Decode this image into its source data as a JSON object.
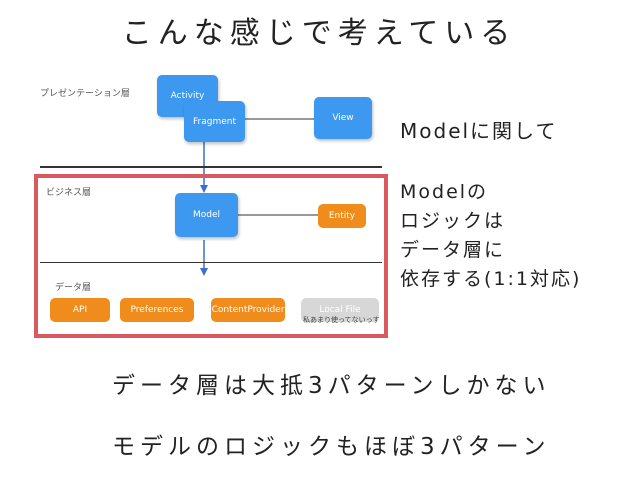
{
  "title": "こんな感じで考えている",
  "layers": {
    "presentation": "プレゼンテーション層",
    "business": "ビジネス層",
    "data": "データ層"
  },
  "nodes": {
    "activity": "Activity",
    "fragment": "Fragment",
    "view": "View",
    "model": "Model",
    "entity": "Entity",
    "api": "API",
    "preferences": "Preferences",
    "content_provider": "ContentProvider",
    "local_file": "Local File",
    "local_file_note": "私あまり使ってないっす"
  },
  "side_heading": "Modelに関して",
  "side_text": [
    "Modelの",
    "ロジックは",
    "データ層に",
    "依存する(1:1対応)"
  ],
  "bottom_lines": [
    "データ層は大抵3パターンしかない",
    "モデルのロジックもほぼ3パターン"
  ],
  "colors": {
    "blue": "#3d98f0",
    "orange": "#f08c1c",
    "gray": "#d7d7d7",
    "frame_red": "#d9595f"
  }
}
